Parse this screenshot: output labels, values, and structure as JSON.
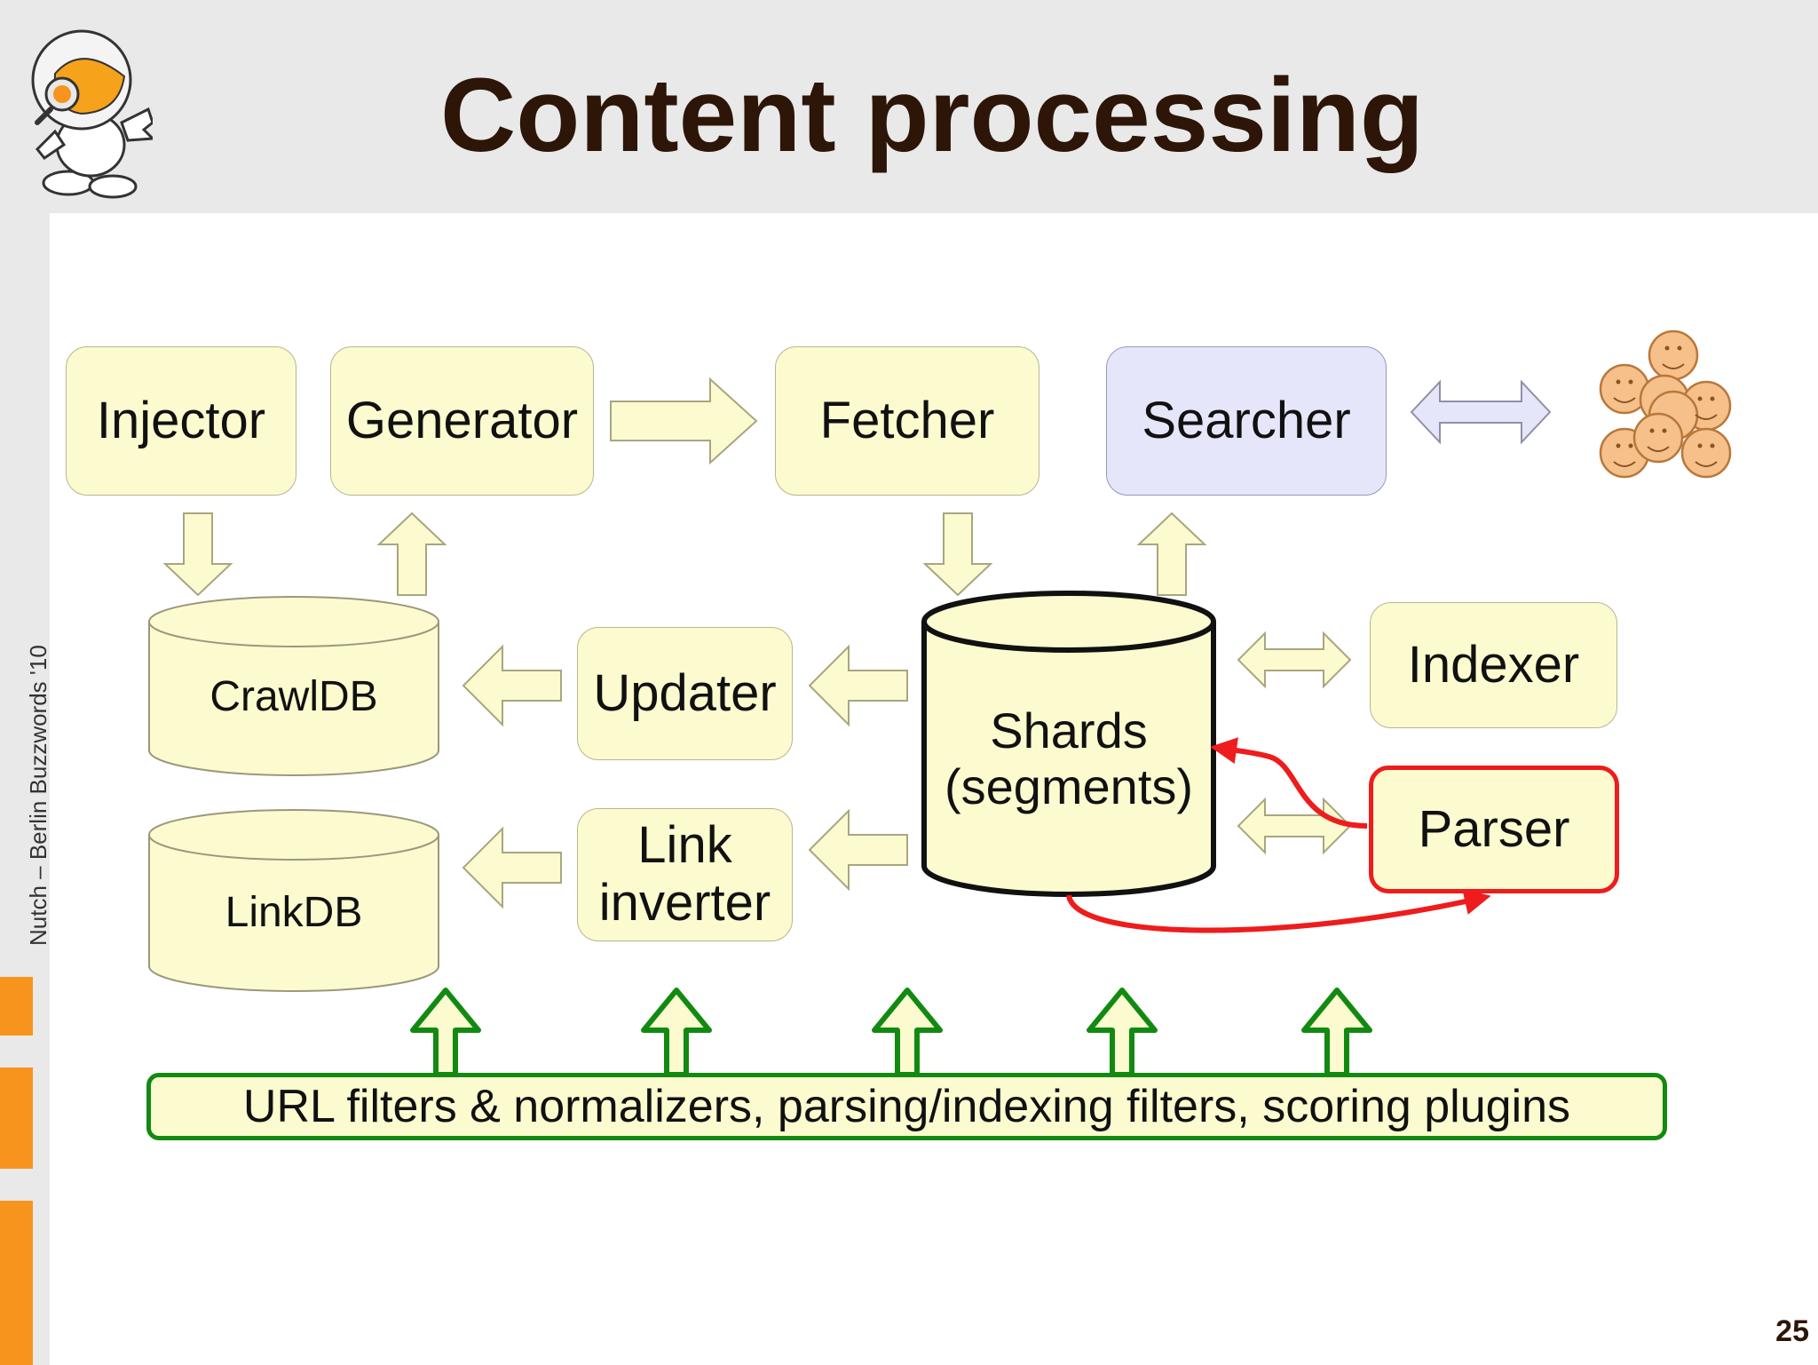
{
  "slide": {
    "title": "Content processing",
    "footer": "Nutch – Berlin Buzzwords '10",
    "page_number": "25"
  },
  "diagram": {
    "nodes": {
      "injector": "Injector",
      "generator": "Generator",
      "fetcher": "Fetcher",
      "searcher": "Searcher",
      "crawldb": "CrawlDB",
      "updater": "Updater",
      "shards": "Shards\n(segments)",
      "indexer": "Indexer",
      "parser": "Parser",
      "linkdb": "LinkDB",
      "link_inverter": "Link\ninverter",
      "plugins": "URL filters & normalizers, parsing/indexing filters, scoring plugins"
    }
  },
  "colors": {
    "box_fill": "#fbfbcf",
    "searcher_fill": "#e6e6fa",
    "highlight_red": "#ee1c1c",
    "plugin_green": "#128a12",
    "accent_orange": "#f7941d",
    "title_color": "#2d1508"
  },
  "icons": {
    "logo": "nutch-mascot-icon",
    "users": "user-faces-icon"
  }
}
